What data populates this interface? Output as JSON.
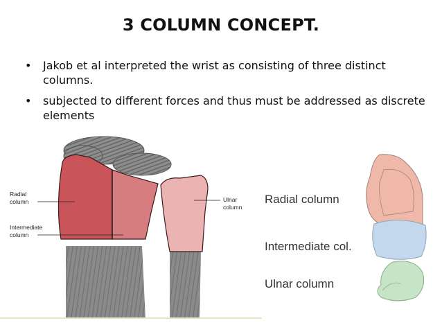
{
  "slide": {
    "title": "3 COLUMN CONCEPT.",
    "bullets": [
      "Jakob et al interpreted the wrist as consisting of three distinct columns.",
      "subjected to different forces and thus must be addressed as discrete elements"
    ]
  },
  "diagram_left": {
    "labels": {
      "radial": [
        "Radial",
        "column"
      ],
      "intermediate": [
        "Intermediate",
        "column"
      ],
      "ulnar": [
        "Ulnar",
        "column"
      ]
    },
    "colors": {
      "radial": "#c9555b",
      "intermediate": "#d67d80",
      "ulnar": "#ebb3b2",
      "bone": "#8c8c8c"
    }
  },
  "diagram_right": {
    "labels": {
      "radial": "Radial column",
      "intermediate": "Intermediate col.",
      "ulnar": "Ulnar column"
    },
    "colors": {
      "radial": "#f0b8a8",
      "intermediate": "#c3d8ec",
      "ulnar": "#c6e4c6"
    }
  }
}
